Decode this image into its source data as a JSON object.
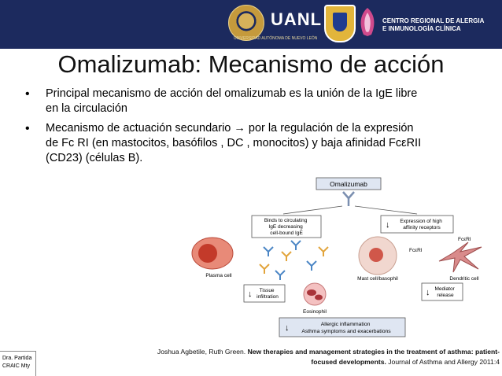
{
  "header": {
    "university_name": "UANL",
    "university_subtitle": "UNIVERSIDAD AUTÓNOMA DE NUEVO LEÓN",
    "center_name_line1": "CENTRO REGIONAL DE ALERGIA",
    "center_name_line2": "E INMUNOLOGÍA CLÍNICA",
    "bar_color": "#1c2a5e"
  },
  "slide": {
    "title": "Omalizumab: Mecanismo de acción",
    "bullets": [
      {
        "line1": "Principal mecanismo de acción del omalizumab es la unión de la IgE libre",
        "line2": "en la circulación"
      },
      {
        "line1": "Mecanismo de actuación secundario → por la regulación de la expresión",
        "line2": "de Fc RI (en mastocitos, basófilos , DC , monocitos) y baja afinidad FcεRII",
        "line3": "(CD23) (células B)."
      }
    ]
  },
  "figure": {
    "top_box": "Omalizumab",
    "left_box": [
      "Binds to circulating",
      "IgE decreasing",
      "cell-bound IgE"
    ],
    "right_box": [
      "Expression of high",
      "affinity receptors"
    ],
    "receptor_label_1": "FcεRI",
    "receptor_label_2": "FcεRI",
    "plasma_cell": "Plasma cell",
    "mast_cell": "Mast cell/basophil",
    "dendritic_cell": "Dendritic cell",
    "tissue_box": [
      "Tissue",
      "infiltration"
    ],
    "eosinophil": "Eosinophil",
    "mediator_box": [
      "Mediator",
      "release"
    ],
    "bottom_box": [
      "Allergic inflammation",
      "Asthma symptoms and exacerbations"
    ],
    "arrow_down": "↓"
  },
  "citation": {
    "authors": "Joshua Agbetile, Ruth Green. ",
    "title_line1": "New therapies and management strategies in the treatment of asthma: patient-",
    "title_line2": "focused developments.",
    "journal": " Journal of Asthma and Allergy 2011:4"
  },
  "author_box": {
    "line1": "Dra. Partida",
    "line2": "CRAIC Mty"
  }
}
